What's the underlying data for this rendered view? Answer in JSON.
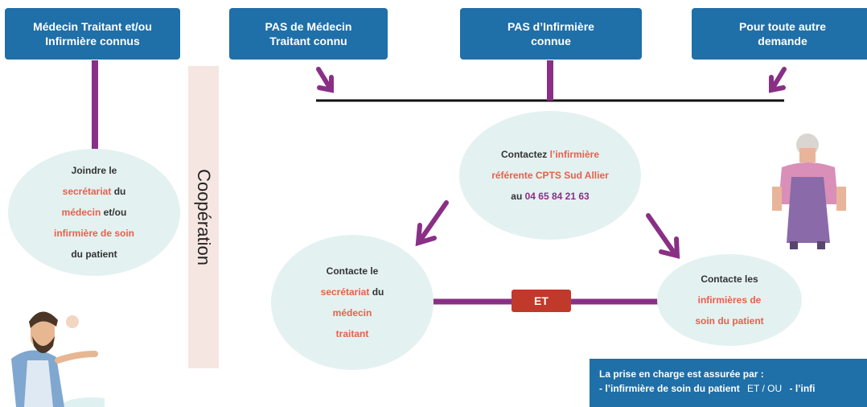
{
  "boxes": {
    "doctor_known": "Médecin Traitant et/ou Infirmière connus",
    "no_doctor": "PAS de Médecin Traitant connu",
    "no_nurse": "PAS d’Infirmière connue",
    "other": "Pour toute autre demande"
  },
  "cooperation_label": "Coopération",
  "left_ellipse": {
    "t1": "Joindre le",
    "t2a": "secrétariat",
    "t2b": " du",
    "t3a": "médecin",
    "t3b": " et/ou",
    "t4": "infirmière de soin",
    "t5": "du patient"
  },
  "center_ellipse": {
    "t1a": "Contactez ",
    "t1b": "l’infirmière",
    "t2": "référente CPTS Sud Allier",
    "t3a": "au ",
    "t3b": "04 65 84 21 63"
  },
  "mid_left_ellipse": {
    "t1": "Contacte le",
    "t2a": "secrétariat",
    "t2b": " du",
    "t3": "médecin",
    "t4": "traitant"
  },
  "right_ellipse": {
    "t1": "Contacte les",
    "t2": "infirmières de",
    "t3": "soin du patient"
  },
  "et_label": "ET",
  "bottom": {
    "title": "La prise en charge est assurée par :",
    "l1a": "- l’",
    "l1b": "infirmière de soin",
    "l1c": " du patient",
    "l1d": "ET / OU",
    "l1e": "- l’infi"
  },
  "colors": {
    "box_blue": "#1f6fa8",
    "connector_purple": "#8a2f86",
    "highlight": "#e8604b",
    "ellipse_fill": "#e4f1f1",
    "et_red": "#c0392b"
  }
}
